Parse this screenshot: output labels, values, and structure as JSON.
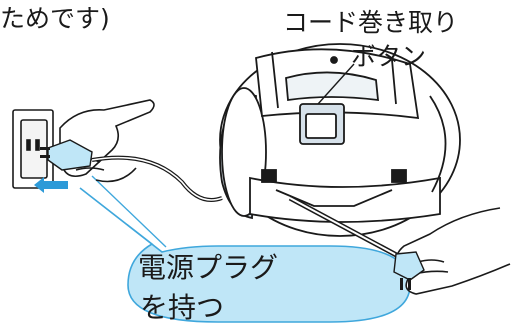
{
  "header_text": "ためです)",
  "cord_button_label": {
    "line1": "コード巻き取り",
    "line2": "ボタン"
  },
  "callout": {
    "line1": "電源プラグ",
    "line2": "を持つ",
    "color": "#bfe6f7"
  },
  "arrow_color": "#2d9ad8",
  "icons": [
    "wall-outlet-icon",
    "hand-icon",
    "power-plug-icon",
    "vacuum-cleaner-icon",
    "arrow-left-icon"
  ]
}
